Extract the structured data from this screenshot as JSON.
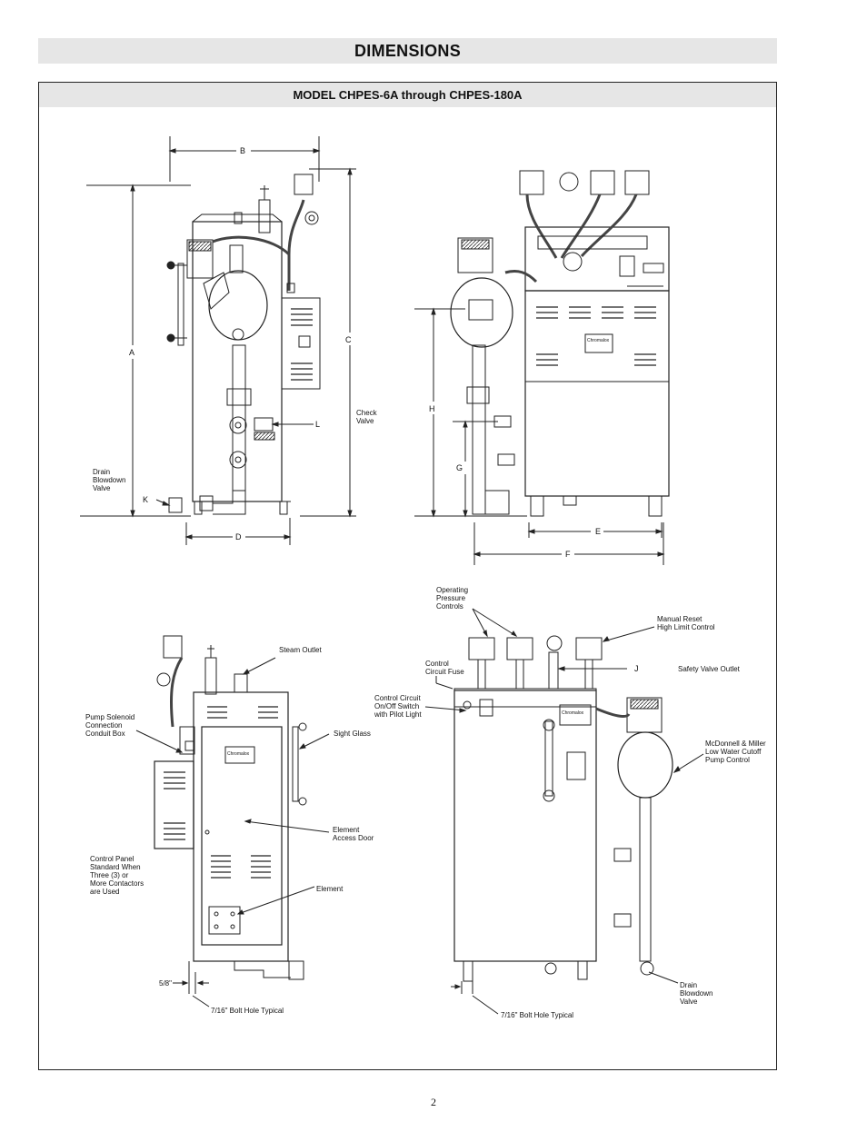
{
  "header": {
    "title": "DIMENSIONS"
  },
  "panel": {
    "subtitle": "MODEL CHPES-6A through CHPES-180A"
  },
  "dimensions": {
    "a": "A",
    "b": "B",
    "c": "C",
    "d": "D",
    "e": "E",
    "f": "F",
    "g": "G",
    "h": "H",
    "j": "J",
    "k": "K",
    "l": "L"
  },
  "labels": {
    "check_valve": [
      "Check",
      "Valve"
    ],
    "drain_blowdown_valve_top": [
      "Drain",
      "Blowdown",
      "Valve"
    ],
    "steam_outlet": [
      "Steam Outlet"
    ],
    "pump_solenoid": [
      "Pump Solenoid",
      "Connection",
      "Conduit Box"
    ],
    "sight_glass": [
      "Sight Glass"
    ],
    "element_access_door": [
      "Element",
      "Access Door"
    ],
    "control_panel": [
      "Control Panel",
      "Standard When",
      "Three (3) or",
      "More Contactors",
      "are Used"
    ],
    "element": [
      "Element"
    ],
    "five_eighths": [
      "5/8\""
    ],
    "bolt_hole_left": [
      "7/16\" Bolt Hole Typical"
    ],
    "operating_pressure": [
      "Operating",
      "Pressure",
      "Controls"
    ],
    "manual_reset": [
      "Manual Reset",
      "High Limit Control"
    ],
    "control_circuit_fuse": [
      "Control",
      "Circuit Fuse"
    ],
    "safety_valve_outlet": [
      "Safety Valve Outlet"
    ],
    "control_switch": [
      "Control Circuit",
      "On/Off Switch",
      "with Pilot Light"
    ],
    "mcdonnell": [
      "McDonnell & Miller",
      "Low Water Cutoff",
      "Pump Control"
    ],
    "drain_blowdown_valve_bottom": [
      "Drain",
      "Blowdown",
      "Valve"
    ],
    "bolt_hole_right": [
      "7/16\" Bolt Hole Typical"
    ]
  },
  "brand": "Chromalox",
  "footer": {
    "page_number": "2"
  }
}
